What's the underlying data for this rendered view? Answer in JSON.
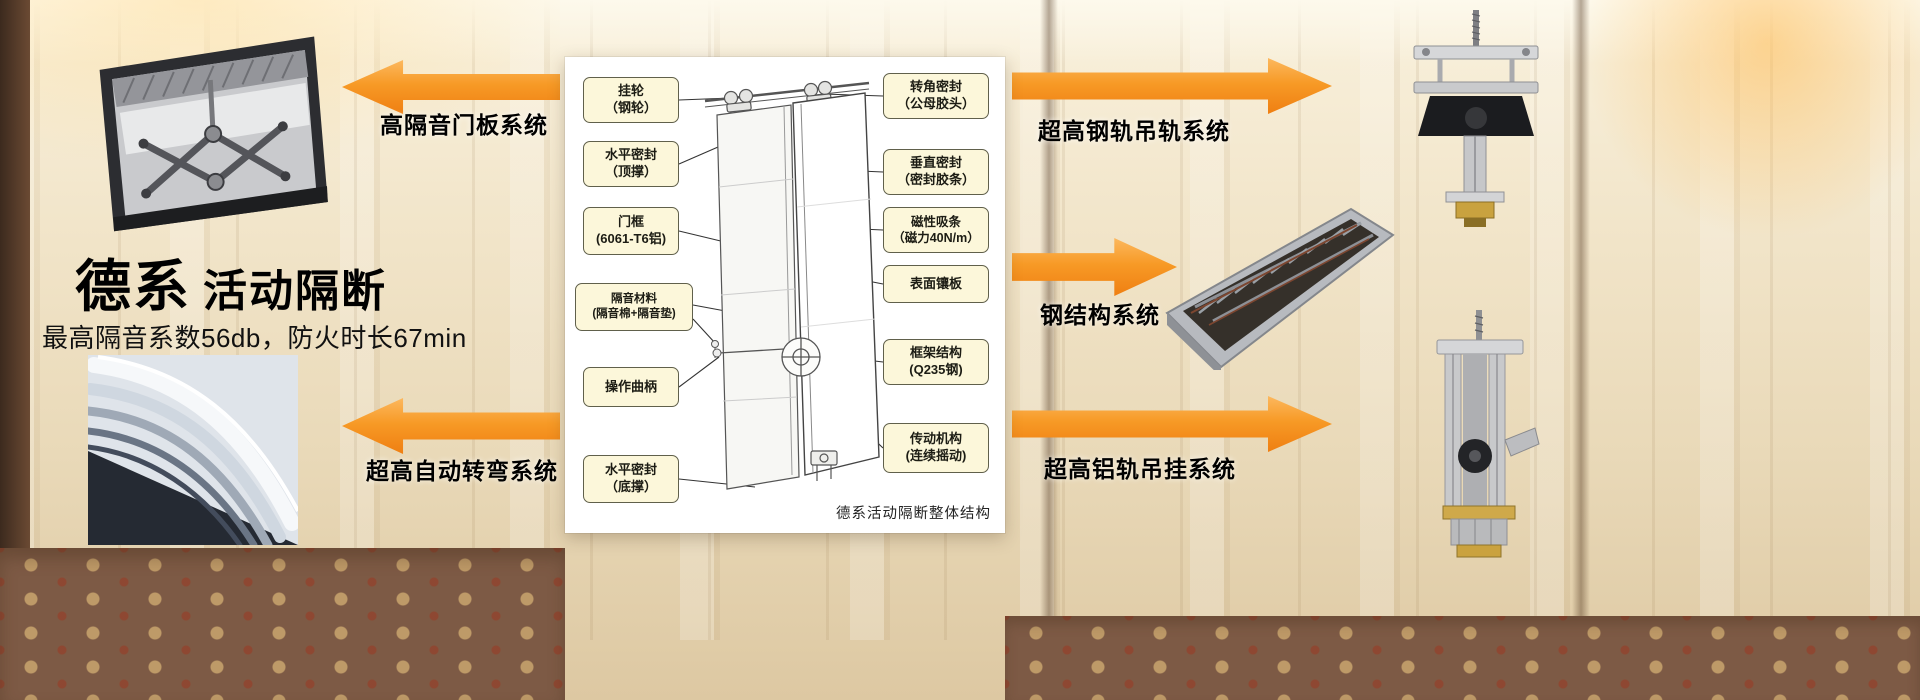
{
  "title": {
    "brand": "德系",
    "name": "活动隔断",
    "subtitle": "最高隔音系数56db，防火时长67min"
  },
  "systems": {
    "door_panel": "高隔音门板系统",
    "auto_turn": "超高自动转弯系统",
    "steel_rail": "超高钢轨吊轨系统",
    "steel_structure": "钢结构系统",
    "aluminum_rail": "超高铝轨吊挂系统"
  },
  "diagram": {
    "caption": "德系活动隔断整体结构",
    "left_labels": [
      "挂轮\n（钢轮）",
      "水平密封\n（顶撑）",
      "门框\n(6061-T6铝)",
      "隔音材料\n(隔音棉+隔音垫)",
      "操作曲柄",
      "水平密封\n（底撑）"
    ],
    "right_labels": [
      "转角密封\n（公母胶头）",
      "垂直密封\n（密封胶条）",
      "磁性吸条\n（磁力40N/m）",
      "表面镶板",
      "框架结构\n(Q235钢)",
      "传动机构\n(连续摇动)"
    ]
  },
  "colors": {
    "arrow_orange": "#F68B1F",
    "callout_bg": "#FCF7DA",
    "callout_border": "#60604B"
  }
}
